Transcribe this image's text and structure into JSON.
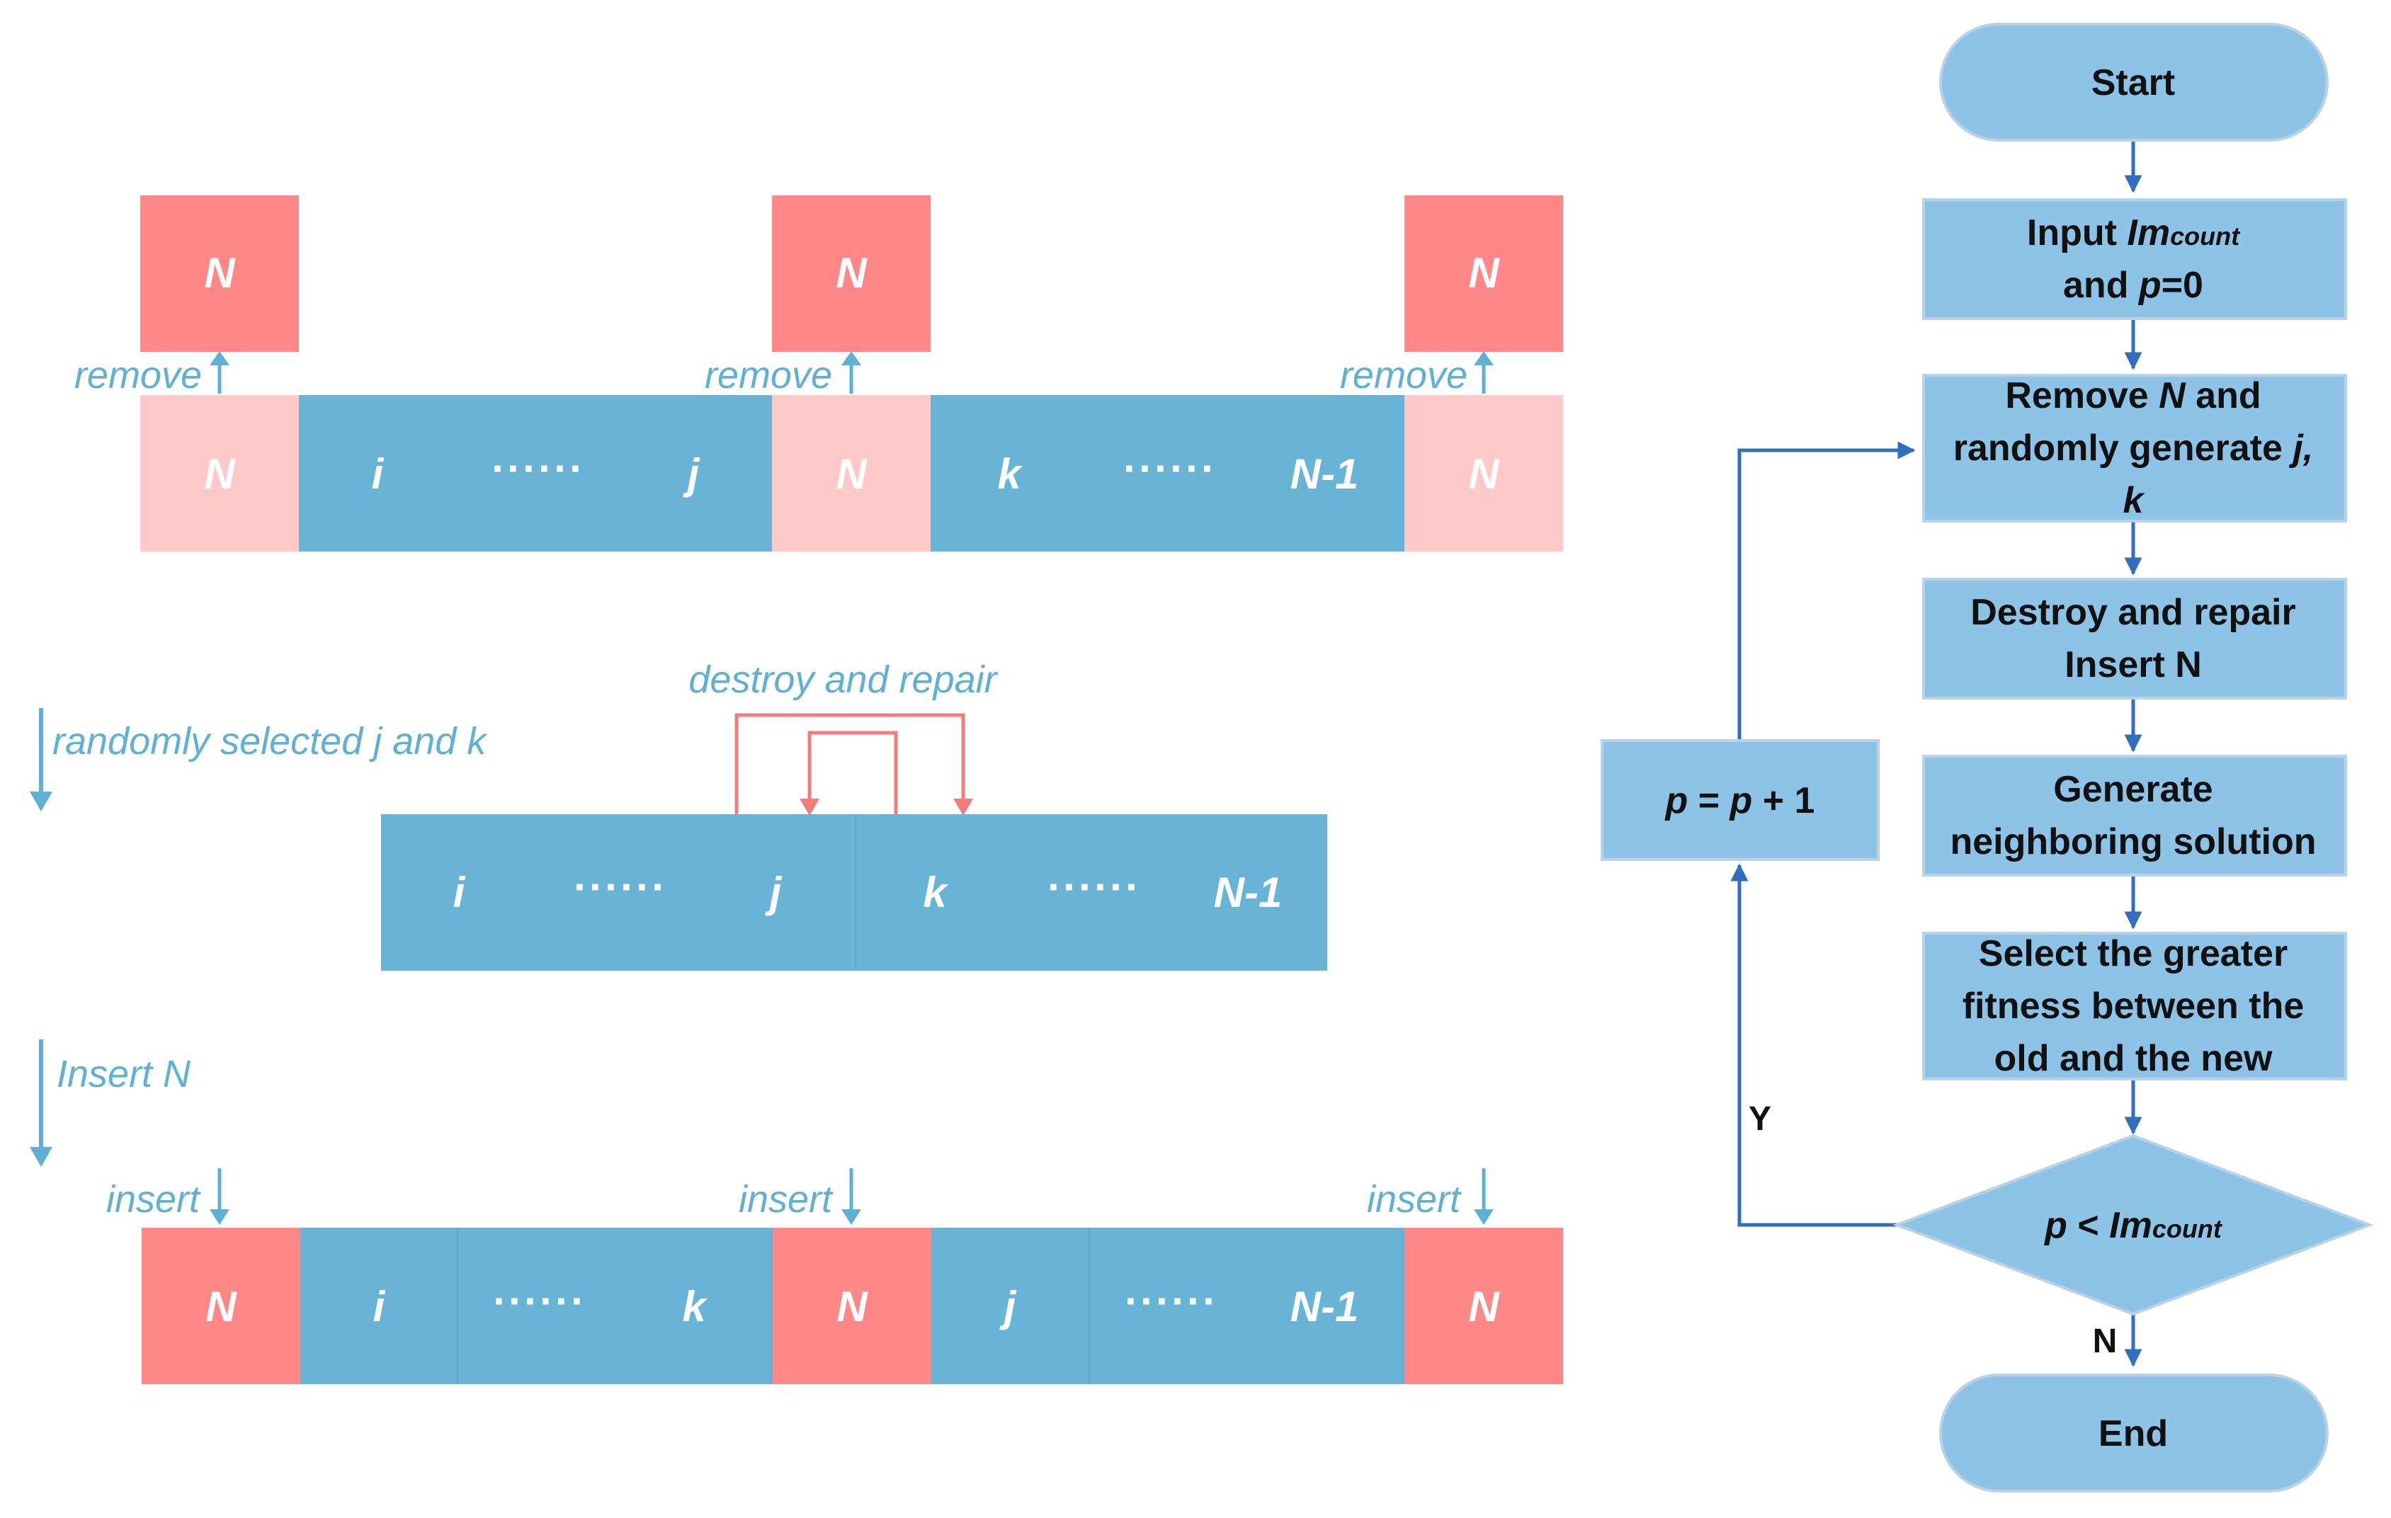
{
  "colors": {
    "cell_blue": "#68b4d6",
    "cell_red": "#ff8787",
    "cell_pink": "#ffc9c9",
    "label_blue": "#5fb0d4",
    "repair_red": "#f47b7b",
    "fc_fill": "#8ec3e8",
    "fc_stroke": "#b9d2e6",
    "fc_arrow": "#2f6fbe"
  },
  "diagram": {
    "removed_nodes": [
      "N",
      "N",
      "N"
    ],
    "remove_labels": [
      "remove",
      "remove",
      "remove"
    ],
    "row1_cells": [
      "N",
      "i",
      "······",
      "j",
      "N",
      "k",
      "······",
      "N-1",
      "N"
    ],
    "step_label_1": "randomly selected j and k",
    "destroy_label": "destroy and repair",
    "row2_cells": [
      "i",
      "······",
      "j",
      "k",
      "······",
      "N-1"
    ],
    "step_label_2": "Insert N",
    "insert_labels": [
      "insert",
      "insert",
      "insert"
    ],
    "row3_cells": [
      "N",
      "i",
      "······",
      "k",
      "N",
      "j",
      "······",
      "N-1",
      "N"
    ]
  },
  "flowchart": {
    "start": "Start",
    "input_prefix": "Input ",
    "input_var": "Im",
    "input_sub": "count",
    "input_line2_prefix": "and ",
    "input_line2_var": "p",
    "input_line2_suffix": "=0",
    "remove_line1_prefix": "Remove ",
    "remove_line1_var": "N",
    "remove_line1_suffix": " and",
    "remove_line2_prefix": "randomly generate ",
    "remove_line2_var": "j,",
    "remove_line3_var": "k",
    "destroy_line1": "Destroy and repair",
    "destroy_line2": "Insert N",
    "generate_line1": "Generate",
    "generate_line2": "neighboring solution",
    "select_line1": "Select the greater",
    "select_line2": "fitness between the",
    "select_line3": "old and the new",
    "decision_var": "p",
    "decision_op": " < ",
    "decision_im": "Im",
    "decision_sub": "count",
    "increment_var1": "p",
    "increment_mid": " = ",
    "increment_var2": "p",
    "increment_suffix": " + 1",
    "yes_label": "Y",
    "no_label": "N",
    "end": "End"
  }
}
